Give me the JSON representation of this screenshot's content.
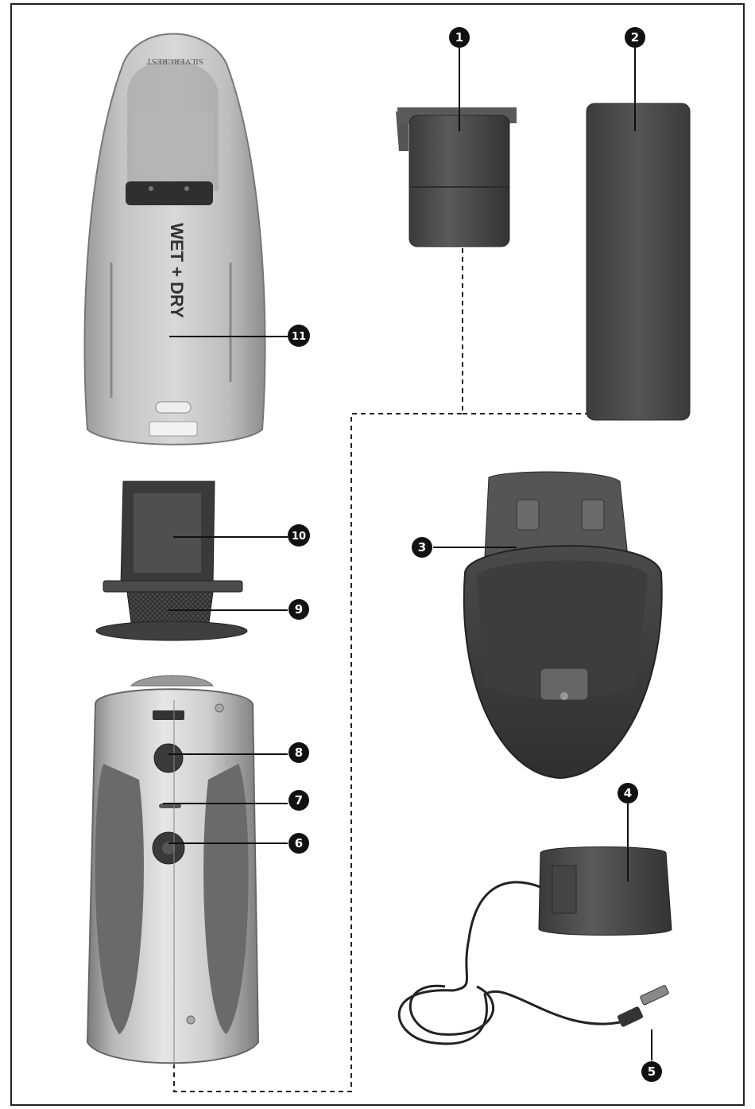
{
  "brand": "SILVERCREST",
  "product_lettering": "WET + DRY",
  "callouts": [
    {
      "id": "1",
      "label": "1"
    },
    {
      "id": "2",
      "label": "2"
    },
    {
      "id": "3",
      "label": "3"
    },
    {
      "id": "4",
      "label": "4"
    },
    {
      "id": "5",
      "label": "5"
    },
    {
      "id": "6",
      "label": "6"
    },
    {
      "id": "7",
      "label": "7"
    },
    {
      "id": "8",
      "label": "8"
    },
    {
      "id": "9",
      "label": "9"
    },
    {
      "id": "10",
      "label": "10"
    },
    {
      "id": "11",
      "label": "11"
    }
  ]
}
